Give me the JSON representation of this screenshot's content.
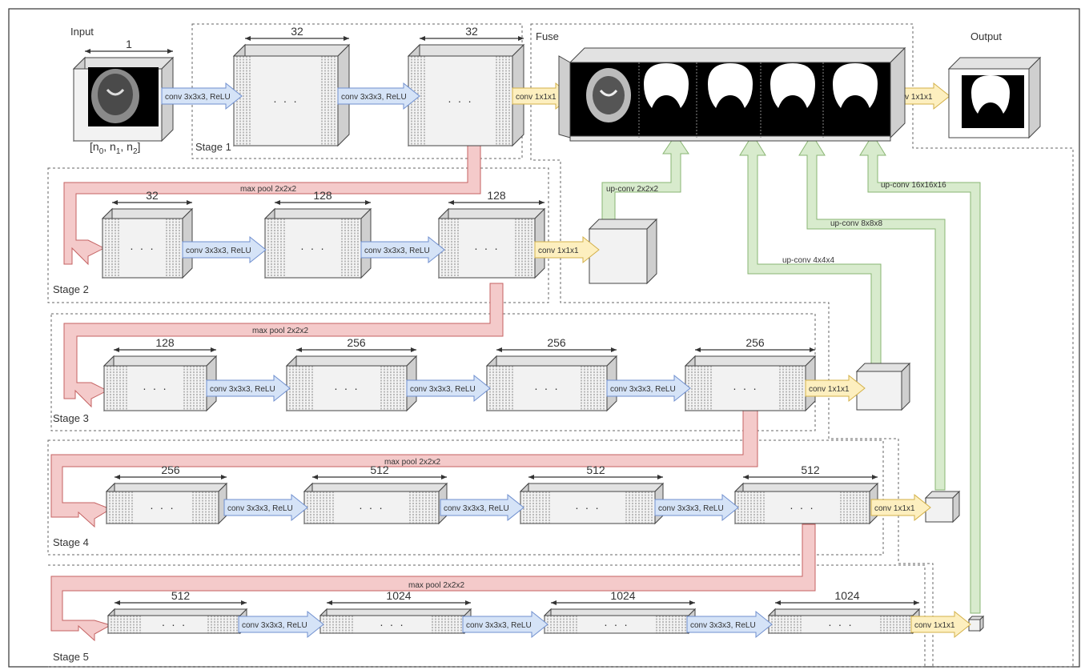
{
  "labels": {
    "input": "Input",
    "fuse": "Fuse",
    "output": "Output",
    "input_dim_part1": "[n",
    "input_dim_sub0": "0",
    "input_dim_part2": ", n",
    "input_dim_sub1": "1",
    "input_dim_part3": ", n",
    "input_dim_sub2": "2",
    "input_dim_part4": "]"
  },
  "dims": {
    "input": "1",
    "s1a": "32",
    "s1b": "32",
    "s2a": "32",
    "s2b": "128",
    "s2c": "128",
    "s3a": "128",
    "s3b": "256",
    "s3c": "256",
    "s3d": "256",
    "s4a": "256",
    "s4b": "512",
    "s4c": "512",
    "s4d": "512",
    "s5a": "512",
    "s5b": "1024",
    "s5c": "1024",
    "s5d": "1024"
  },
  "stages": [
    "Stage 1",
    "Stage 2",
    "Stage 3",
    "Stage 4",
    "Stage 5"
  ],
  "ops": {
    "conv3": "conv 3x3x3, ReLU",
    "conv1": "conv 1x1x1",
    "maxpool": "max pool 2x2x2",
    "up2": "up-conv 2x2x2",
    "up4": "up-conv 4x4x4",
    "up8": "up-conv 8x8x8",
    "up16": "up-conv 16x16x16"
  },
  "dots": "· · ·",
  "colors": {
    "conv3": "#d5e3f7",
    "conv1": "#fdefbf",
    "maxpool": "#f4caca",
    "upconv": "#d8ebcd"
  }
}
